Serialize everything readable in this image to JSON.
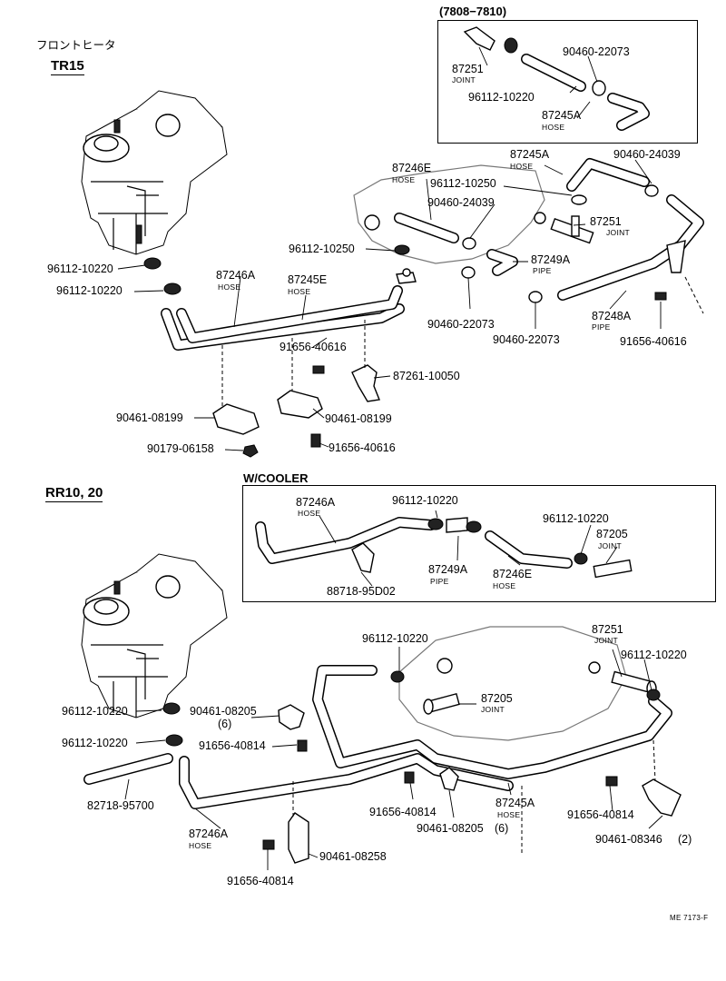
{
  "top_section": {
    "title_jp": "フロントヒータ",
    "model": "TR15",
    "inset_label": "(7808−7810)",
    "inset_parts": [
      {
        "num": "87251",
        "sub": "JOINT"
      },
      {
        "num": "96112-10220",
        "sub": ""
      },
      {
        "num": "90460-22073",
        "sub": ""
      },
      {
        "num": "87245A",
        "sub": "HOSE"
      }
    ],
    "parts": [
      {
        "num": "87245A",
        "sub": "HOSE"
      },
      {
        "num": "87246E",
        "sub": "HOSE"
      },
      {
        "num": "90460-24039",
        "sub": ""
      },
      {
        "num": "96112-10250",
        "sub": ""
      },
      {
        "num": "90460-24039",
        "sub": ""
      },
      {
        "num": "87251",
        "sub": "JOINT"
      },
      {
        "num": "96112-10250",
        "sub": ""
      },
      {
        "num": "87249A",
        "sub": "PIPE"
      },
      {
        "num": "96112-10220",
        "sub": ""
      },
      {
        "num": "87246A",
        "sub": "HOSE"
      },
      {
        "num": "87245E",
        "sub": "HOSE"
      },
      {
        "num": "96112-10220",
        "sub": ""
      },
      {
        "num": "90460-22073",
        "sub": ""
      },
      {
        "num": "90460-22073",
        "sub": ""
      },
      {
        "num": "87248A",
        "sub": "PIPE"
      },
      {
        "num": "91656-40616",
        "sub": ""
      },
      {
        "num": "91656-40616",
        "sub": ""
      },
      {
        "num": "87261-10050",
        "sub": ""
      },
      {
        "num": "90461-08199",
        "sub": ""
      },
      {
        "num": "90461-08199",
        "sub": ""
      },
      {
        "num": "90179-06158",
        "sub": ""
      },
      {
        "num": "91656-40616",
        "sub": ""
      }
    ]
  },
  "bottom_section": {
    "model": "RR10, 20",
    "inset_label": "W/COOLER",
    "inset_parts": [
      {
        "num": "87246A",
        "sub": "HOSE"
      },
      {
        "num": "96112-10220",
        "sub": ""
      },
      {
        "num": "96112-10220",
        "sub": ""
      },
      {
        "num": "87205",
        "sub": "JOINT"
      },
      {
        "num": "87249A",
        "sub": "PIPE"
      },
      {
        "num": "87246E",
        "sub": "HOSE"
      },
      {
        "num": "88718-95D02",
        "sub": ""
      }
    ],
    "parts": [
      {
        "num": "87251",
        "sub": "JOINT"
      },
      {
        "num": "96112-10220",
        "sub": ""
      },
      {
        "num": "96112-10220",
        "sub": ""
      },
      {
        "num": "87205",
        "sub": "JOINT"
      },
      {
        "num": "96112-10220",
        "sub": ""
      },
      {
        "num": "90461-08205",
        "sub": "(6)"
      },
      {
        "num": "96112-10220",
        "sub": ""
      },
      {
        "num": "91656-40814",
        "sub": ""
      },
      {
        "num": "82718-95700",
        "sub": ""
      },
      {
        "num": "91656-40814",
        "sub": ""
      },
      {
        "num": "87245A",
        "sub": "HOSE"
      },
      {
        "num": "91656-40814",
        "sub": ""
      },
      {
        "num": "90461-08205",
        "sub": "(6)"
      },
      {
        "num": "90461-08346",
        "sub": "(2)"
      },
      {
        "num": "87246A",
        "sub": "HOSE"
      },
      {
        "num": "90461-08258",
        "sub": ""
      },
      {
        "num": "91656-40814",
        "sub": ""
      }
    ]
  },
  "footer_code": "ME 7173-F"
}
